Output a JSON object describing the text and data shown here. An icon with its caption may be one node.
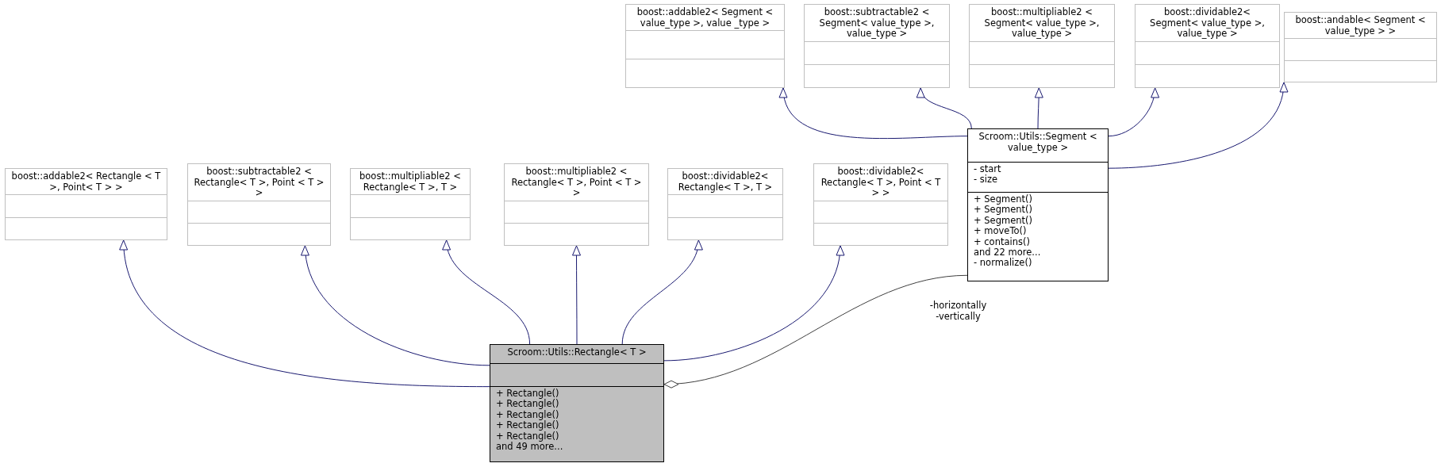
{
  "diagram": {
    "nodes": [
      {
        "text": [
          "boost::addable2< Segment < value_type >, value _type >"
        ]
      },
      {
        "text": [
          "boost::subtractable2 < Segment< value_type >, value_type >"
        ]
      },
      {
        "text": [
          "boost::multipliable2 < Segment< value_type >, value_type >"
        ]
      },
      {
        "text": [
          "boost::dividable2< Segment< value_type >, value_type >"
        ]
      },
      {
        "text": [
          "boost::andable< Segment < value_type > >"
        ]
      },
      {
        "text": [
          "Scroom::Utils::Segment < value_type >",
          "- start",
          "- size",
          "+ Segment()",
          "+ Segment()",
          "+ Segment()",
          "+ moveTo()",
          "+ contains()",
          "and 22 more...",
          "- normalize()"
        ]
      },
      {
        "text": [
          "boost::addable2< Rectangle < T >, Point< T > >"
        ]
      },
      {
        "text": [
          "boost::subtractable2 < Rectangle< T >, Point < T > >"
        ]
      },
      {
        "text": [
          "boost::multipliable2 < Rectangle< T >, T >"
        ]
      },
      {
        "text": [
          "boost::multipliable2 < Rectangle< T >, Point < T > >"
        ]
      },
      {
        "text": [
          "boost::dividable2< Rectangle< T >, T >"
        ]
      },
      {
        "text": [
          "boost::dividable2< Rectangle< T >, Point < T > >"
        ]
      },
      {
        "text": [
          "Scroom::Utils::Rectangle< T >",
          "+ Rectangle()",
          "+ Rectangle()",
          "+ Rectangle()",
          "+ Rectangle()",
          "+ Rectangle()",
          "and 49 more..."
        ]
      }
    ],
    "edges": [
      {
        "from": 12,
        "to": 6,
        "arrow": "to"
      },
      {
        "from": 12,
        "to": 7,
        "arrow": "to"
      },
      {
        "from": 12,
        "to": 8,
        "arrow": "to"
      },
      {
        "from": 12,
        "to": 9,
        "arrow": "to"
      },
      {
        "from": 12,
        "to": 10,
        "arrow": "to"
      },
      {
        "from": 12,
        "to": 11,
        "arrow": "to"
      },
      {
        "from": 5,
        "to": 0,
        "arrow": "to"
      },
      {
        "from": 5,
        "to": 1,
        "arrow": "to"
      },
      {
        "from": 5,
        "to": 2,
        "arrow": "to"
      },
      {
        "from": 5,
        "to": 3,
        "arrow": "to"
      },
      {
        "from": 5,
        "to": 4,
        "arrow": "to"
      },
      {
        "from": 5,
        "to": 12,
        "arrow": "other",
        "label": "-horizontally -vertically",
        "color": "#404040"
      }
    ]
  }
}
